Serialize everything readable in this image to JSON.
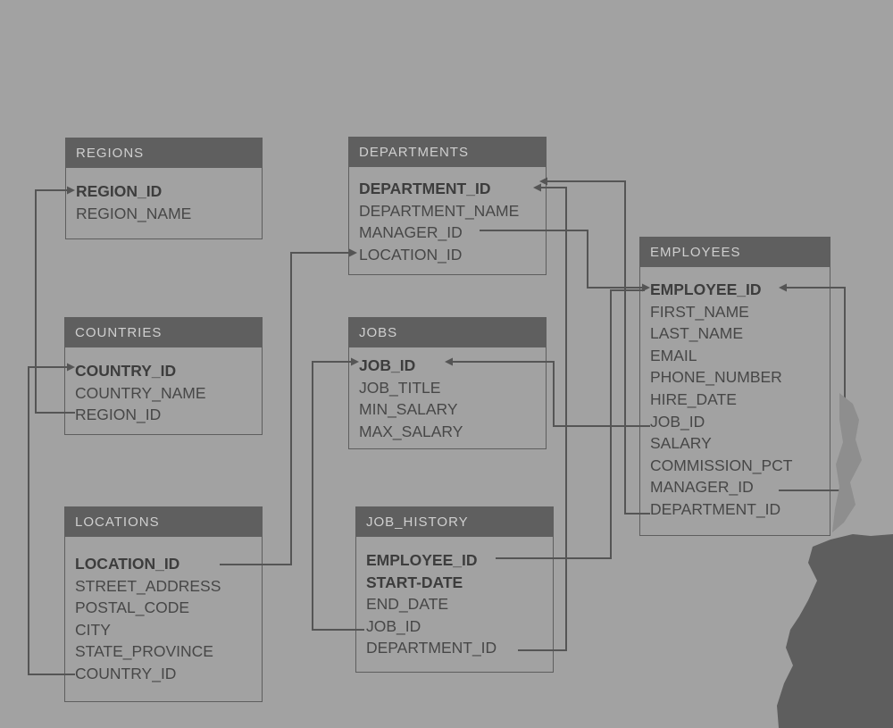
{
  "tables": [
    {
      "id": "regions",
      "title": "REGIONS",
      "fields": [
        {
          "name": "REGION_ID",
          "pk": true
        },
        {
          "name": "REGION_NAME",
          "pk": false
        }
      ]
    },
    {
      "id": "countries",
      "title": "COUNTRIES",
      "fields": [
        {
          "name": "COUNTRY_ID",
          "pk": true
        },
        {
          "name": "COUNTRY_NAME",
          "pk": false
        },
        {
          "name": "REGION_ID",
          "pk": false
        }
      ]
    },
    {
      "id": "locations",
      "title": "LOCATIONS",
      "fields": [
        {
          "name": "LOCATION_ID",
          "pk": true
        },
        {
          "name": "STREET_ADDRESS",
          "pk": false
        },
        {
          "name": "POSTAL_CODE",
          "pk": false
        },
        {
          "name": "CITY",
          "pk": false
        },
        {
          "name": "STATE_PROVINCE",
          "pk": false
        },
        {
          "name": "COUNTRY_ID",
          "pk": false
        }
      ]
    },
    {
      "id": "departments",
      "title": "DEPARTMENTS",
      "fields": [
        {
          "name": "DEPARTMENT_ID",
          "pk": true
        },
        {
          "name": "DEPARTMENT_NAME",
          "pk": false
        },
        {
          "name": "MANAGER_ID",
          "pk": false
        },
        {
          "name": "LOCATION_ID",
          "pk": false
        }
      ]
    },
    {
      "id": "jobs",
      "title": "JOBS",
      "fields": [
        {
          "name": "JOB_ID",
          "pk": true
        },
        {
          "name": "JOB_TITLE",
          "pk": false
        },
        {
          "name": "MIN_SALARY",
          "pk": false
        },
        {
          "name": "MAX_SALARY",
          "pk": false
        }
      ]
    },
    {
      "id": "job_history",
      "title": "JOB_HISTORY",
      "fields": [
        {
          "name": "EMPLOYEE_ID",
          "pk": true
        },
        {
          "name": "START-DATE",
          "pk": true
        },
        {
          "name": "END_DATE",
          "pk": false
        },
        {
          "name": "JOB_ID",
          "pk": false
        },
        {
          "name": "DEPARTMENT_ID",
          "pk": false
        }
      ]
    },
    {
      "id": "employees",
      "title": "EMPLOYEES",
      "fields": [
        {
          "name": "EMPLOYEE_ID",
          "pk": true
        },
        {
          "name": "FIRST_NAME",
          "pk": false
        },
        {
          "name": "LAST_NAME",
          "pk": false
        },
        {
          "name": "EMAIL",
          "pk": false
        },
        {
          "name": "PHONE_NUMBER",
          "pk": false
        },
        {
          "name": "HIRE_DATE",
          "pk": false
        },
        {
          "name": "JOB_ID",
          "pk": false
        },
        {
          "name": "SALARY",
          "pk": false
        },
        {
          "name": "COMMISSION_PCT",
          "pk": false
        },
        {
          "name": "MANAGER_ID",
          "pk": false
        },
        {
          "name": "DEPARTMENT_ID",
          "pk": false
        }
      ]
    }
  ],
  "relationships": [
    {
      "from": "countries.REGION_ID",
      "to": "regions.REGION_ID"
    },
    {
      "from": "locations.COUNTRY_ID",
      "to": "countries.COUNTRY_ID"
    },
    {
      "from": "locations.LOCATION_ID",
      "to": "departments.LOCATION_ID"
    },
    {
      "from": "departments.MANAGER_ID",
      "to": "employees.EMPLOYEE_ID"
    },
    {
      "from": "job_history.DEPARTMENT_ID",
      "to": "departments.DEPARTMENT_ID"
    },
    {
      "from": "employees.DEPARTMENT_ID",
      "to": "departments.DEPARTMENT_ID"
    },
    {
      "from": "job_history.JOB_ID",
      "to": "jobs.JOB_ID"
    },
    {
      "from": "employees.JOB_ID",
      "to": "jobs.JOB_ID"
    },
    {
      "from": "job_history.EMPLOYEE_ID",
      "to": "employees.EMPLOYEE_ID"
    },
    {
      "from": "employees.MANAGER_ID",
      "to": "employees.EMPLOYEE_ID"
    }
  ],
  "colors": {
    "background": "#a2a2a2",
    "header": "#5f5f5f",
    "header_text": "#cfcfcf",
    "field_text": "#474747",
    "line": "#555555"
  }
}
